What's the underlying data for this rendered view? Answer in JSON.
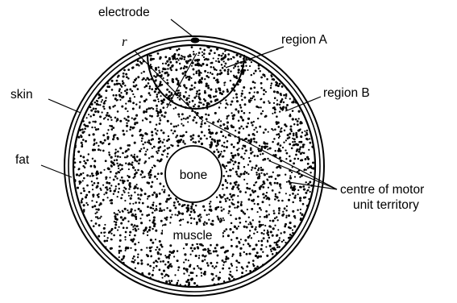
{
  "labels": {
    "electrode": "electrode",
    "r": "r",
    "region_a": "region A",
    "region_b": "region B",
    "skin": "skin",
    "fat": "fat",
    "bone": "bone",
    "muscle": "muscle",
    "centre_line1": "centre of motor",
    "centre_line2": "unit territory"
  },
  "colors": {
    "ink": "#000000",
    "background": "#ffffff"
  }
}
